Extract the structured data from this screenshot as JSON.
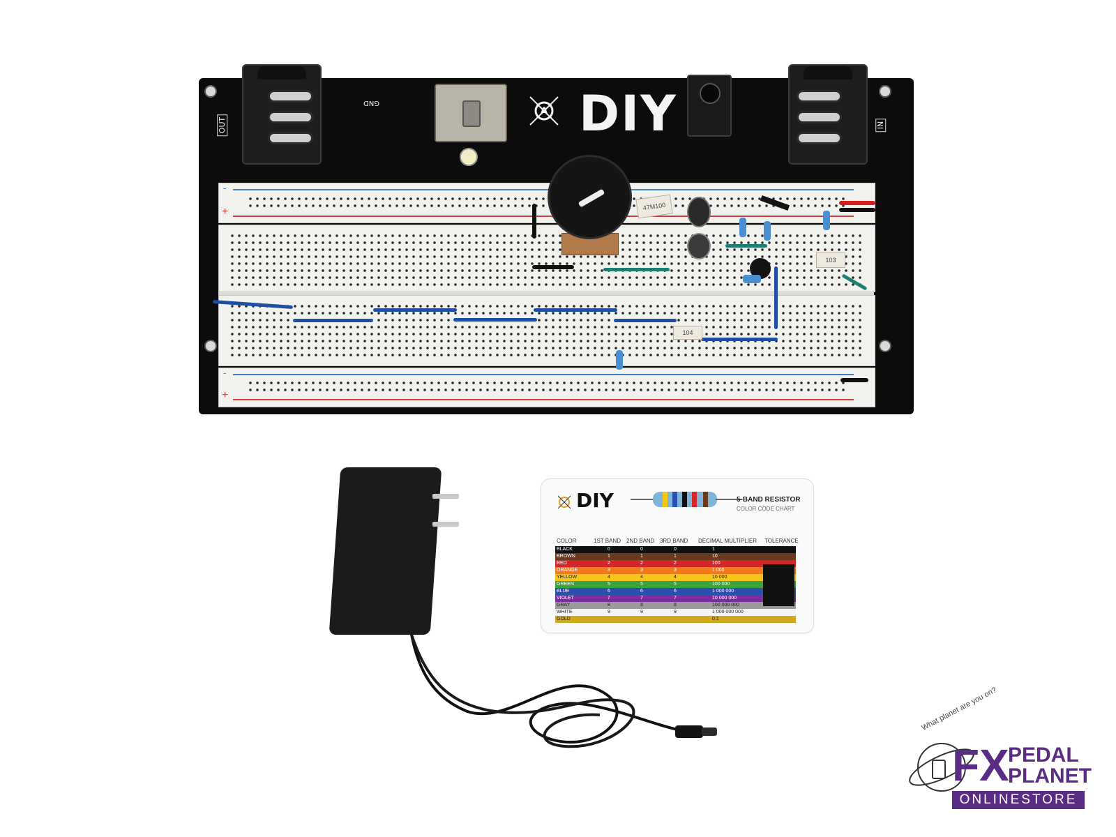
{
  "board": {
    "brand": "DIY",
    "label_out": "OUT",
    "label_in": "IN",
    "label_gnd": "GND",
    "label_plus": "+",
    "label_minus": "-",
    "component_label_1": "47M100",
    "component_label_2": "103",
    "component_label_3": "104"
  },
  "card": {
    "brand": "DIY",
    "title": "5-BAND RESISTOR",
    "subtitle": "COLOR CODE CHART",
    "headers": [
      "COLOR",
      "1ST BAND",
      "2ND BAND",
      "3RD BAND",
      "DECIMAL MULTIPLIER",
      "TOLERANCE"
    ],
    "rows": [
      {
        "name": "BLACK",
        "color": "#111111",
        "v1": "0",
        "v2": "0",
        "v3": "0",
        "mult": "1"
      },
      {
        "name": "BROWN",
        "color": "#6b3a1e",
        "v1": "1",
        "v2": "1",
        "v3": "1",
        "mult": "10"
      },
      {
        "name": "RED",
        "color": "#d3272a",
        "v1": "2",
        "v2": "2",
        "v3": "2",
        "mult": "100"
      },
      {
        "name": "ORANGE",
        "color": "#f27a1a",
        "v1": "3",
        "v2": "3",
        "v3": "3",
        "mult": "1 000"
      },
      {
        "name": "YELLOW",
        "color": "#f5c518",
        "v1": "4",
        "v2": "4",
        "v3": "4",
        "mult": "10 000"
      },
      {
        "name": "GREEN",
        "color": "#3aa33a",
        "v1": "5",
        "v2": "5",
        "v3": "5",
        "mult": "100 000"
      },
      {
        "name": "BLUE",
        "color": "#2a4fb0",
        "v1": "6",
        "v2": "6",
        "v3": "6",
        "mult": "1 000 000"
      },
      {
        "name": "VIOLET",
        "color": "#7b2f9e",
        "v1": "7",
        "v2": "7",
        "v3": "7",
        "mult": "10 000 000"
      },
      {
        "name": "GRAY",
        "color": "#9a9a9a",
        "v1": "8",
        "v2": "8",
        "v3": "8",
        "mult": "100 000 000"
      },
      {
        "name": "WHITE",
        "color": "#f4f4f4",
        "v1": "9",
        "v2": "9",
        "v3": "9",
        "mult": "1 000 000 000"
      },
      {
        "name": "GOLD",
        "color": "#d1a91f",
        "v1": "",
        "v2": "",
        "v3": "",
        "mult": "0.1"
      }
    ]
  },
  "logo": {
    "tagline": "What planet are you on?",
    "fx": "FX",
    "pedal": "PEDAL",
    "planet": "PLANET",
    "store": "ONLINESTORE",
    "accent": "#5b2c83"
  }
}
